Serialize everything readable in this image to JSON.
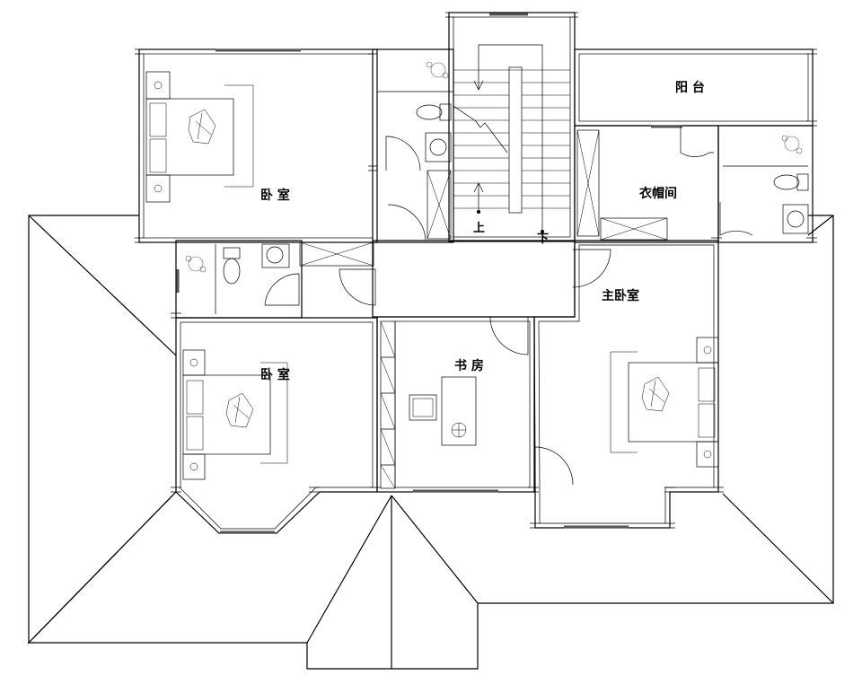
{
  "rooms": {
    "bedroom_top": "卧 室",
    "bedroom_left": "卧 室",
    "balcony": "阳 台",
    "closet": "衣帽间",
    "master_bedroom": "主卧室",
    "study": "书 房"
  },
  "stairs": {
    "up": "上",
    "down": "下"
  }
}
